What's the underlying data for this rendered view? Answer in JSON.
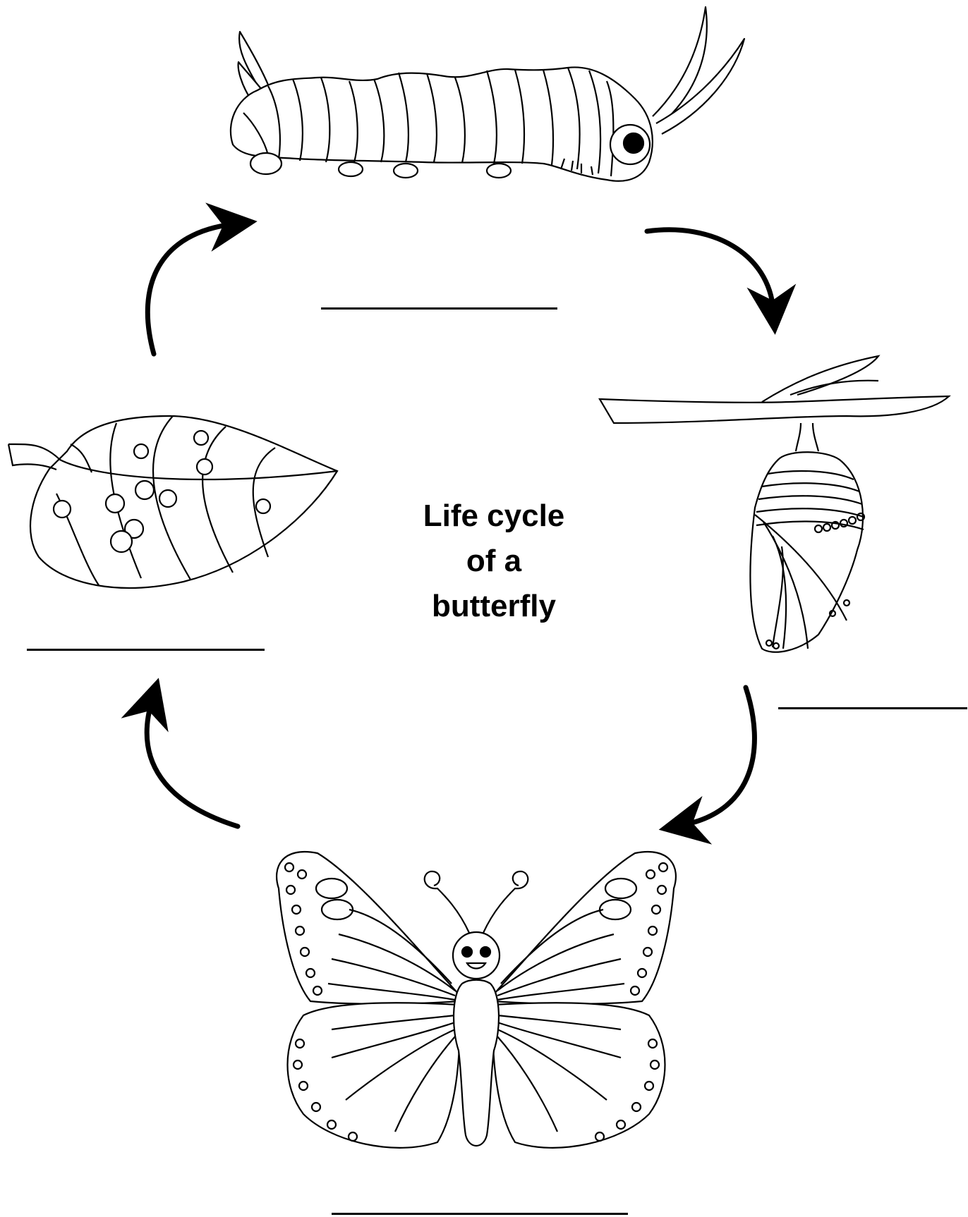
{
  "diagram": {
    "title_lines": [
      "Life cycle",
      "of a",
      "butterfly"
    ],
    "stages": [
      {
        "id": "eggs",
        "icon": "leaf-with-eggs-icon",
        "label": ""
      },
      {
        "id": "larva",
        "icon": "caterpillar-icon",
        "label": ""
      },
      {
        "id": "pupa",
        "icon": "chrysalis-icon",
        "label": ""
      },
      {
        "id": "adult",
        "icon": "butterfly-icon",
        "label": ""
      }
    ],
    "ink_color": "#000000",
    "background_color": "#ffffff"
  }
}
